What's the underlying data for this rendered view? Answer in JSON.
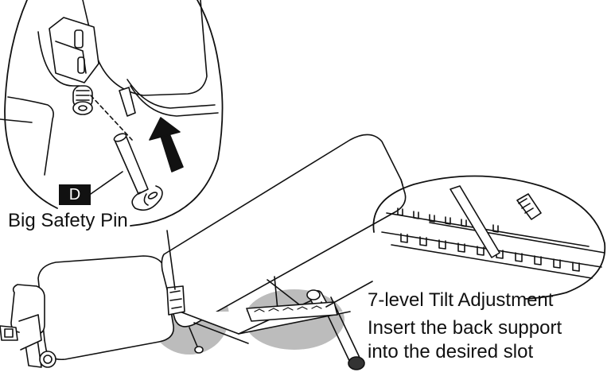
{
  "labels": {
    "part_letter": "D",
    "pin_name": "Big Safety Pin",
    "feature": "7-level Tilt Adjustment",
    "instruction_line1": "Insert the back support",
    "instruction_line2": "into the desired slot"
  },
  "colors": {
    "line": "#111111",
    "highlight": "#b8b8b8",
    "background": "#ffffff"
  },
  "icons": {
    "arrow": "arrow-up-icon"
  }
}
